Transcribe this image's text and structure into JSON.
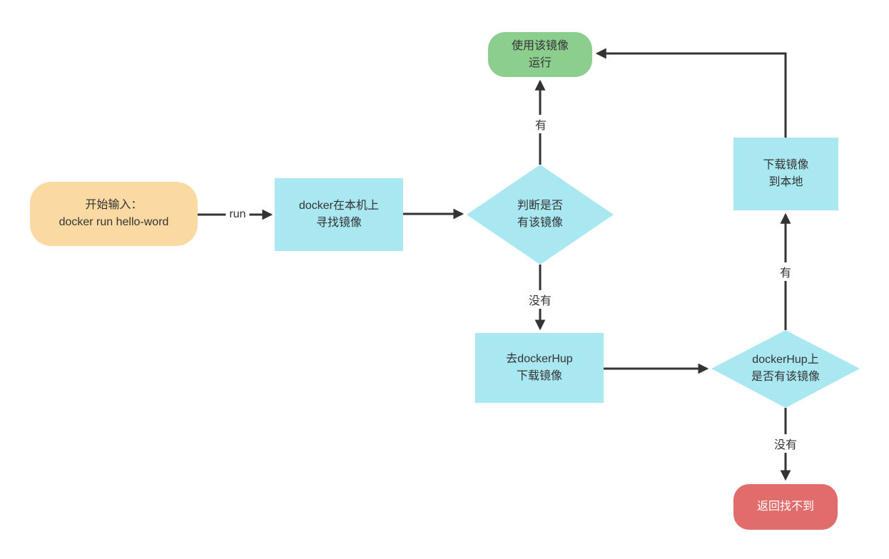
{
  "nodes": {
    "start": {
      "line1": "开始输入：",
      "line2": "docker run hello-word"
    },
    "find_local": {
      "line1": "docker在本机上",
      "line2": "寻找镜像"
    },
    "decision_local": {
      "line1": "判断是否",
      "line2": "有该镜像"
    },
    "use_image": {
      "line1": "使用该镜像",
      "line2": "运行"
    },
    "goto_hub": {
      "line1": "去dockerHup",
      "line2": "下载镜像"
    },
    "decision_hub": {
      "line1": "dockerHup上",
      "line2": "是否有该镜像"
    },
    "download_image": {
      "line1": "下载镜像",
      "line2": "到本地"
    },
    "not_found": {
      "line1": "返回找不到",
      "line2": ""
    }
  },
  "edge_labels": {
    "run": "run",
    "has_local": "有",
    "no_local": "没有",
    "has_hub": "有",
    "no_hub": "没有"
  },
  "colors": {
    "start_fill": "#FBD9A2",
    "process_fill": "#A9E7F1",
    "decision_fill": "#A9E7F1",
    "success_fill": "#8CCE8E",
    "error_fill": "#E06C6C",
    "arrow": "#333333",
    "text": "#333333",
    "error_text": "#FFFFFF"
  }
}
